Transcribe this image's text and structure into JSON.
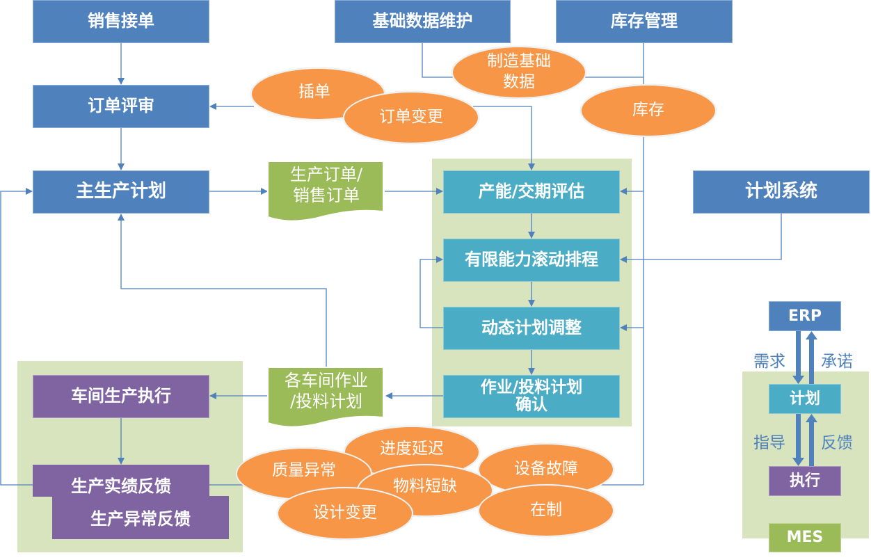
{
  "colors": {
    "blue": "#4f81bd",
    "teal": "#4bacc6",
    "purple": "#8064a2",
    "olive": "#9bbb59",
    "orange": "#f79646",
    "panel_green": "#d7e4bd",
    "connector": "#4f81bd"
  },
  "top_sources": {
    "sales_order": "销售接单",
    "base_data": "基础数据维护",
    "inventory_mgmt": "库存管理"
  },
  "left_chain": {
    "order_review": "订单评审",
    "master_plan": "主生产计划"
  },
  "documents": {
    "prod_sales_order": [
      "生产订单/",
      "销售订单"
    ],
    "workshop_plan": [
      "各车间作业",
      "/投料计划"
    ]
  },
  "planning_panel": {
    "steps": [
      {
        "label": "产能/交期评估"
      },
      {
        "label": "有限能力滚动排程"
      },
      {
        "label": "动态计划调整"
      },
      {
        "label": [
          "作业/投料计划",
          "确认"
        ]
      }
    ]
  },
  "plan_system": "计划系统",
  "input_events": {
    "insert_order": "插单",
    "order_change": "订单变更",
    "mfg_base_data": [
      "制造基础",
      "数据"
    ],
    "inventory": "库存"
  },
  "execution_panel": {
    "shop_execution": "车间生产执行",
    "actual_feedback": "生产实绩反馈",
    "exception_feedback": "生产异常反馈"
  },
  "exceptions": [
    "进度延迟",
    "质量异常",
    "设备故障",
    "物料短缺",
    "设计变更",
    "在制"
  ],
  "legend": {
    "erp": "ERP",
    "plan": "计划",
    "execute": "执行",
    "mes": "MES",
    "demand": "需求",
    "commit": "承诺",
    "guide": "指导",
    "feedback": "反馈"
  }
}
